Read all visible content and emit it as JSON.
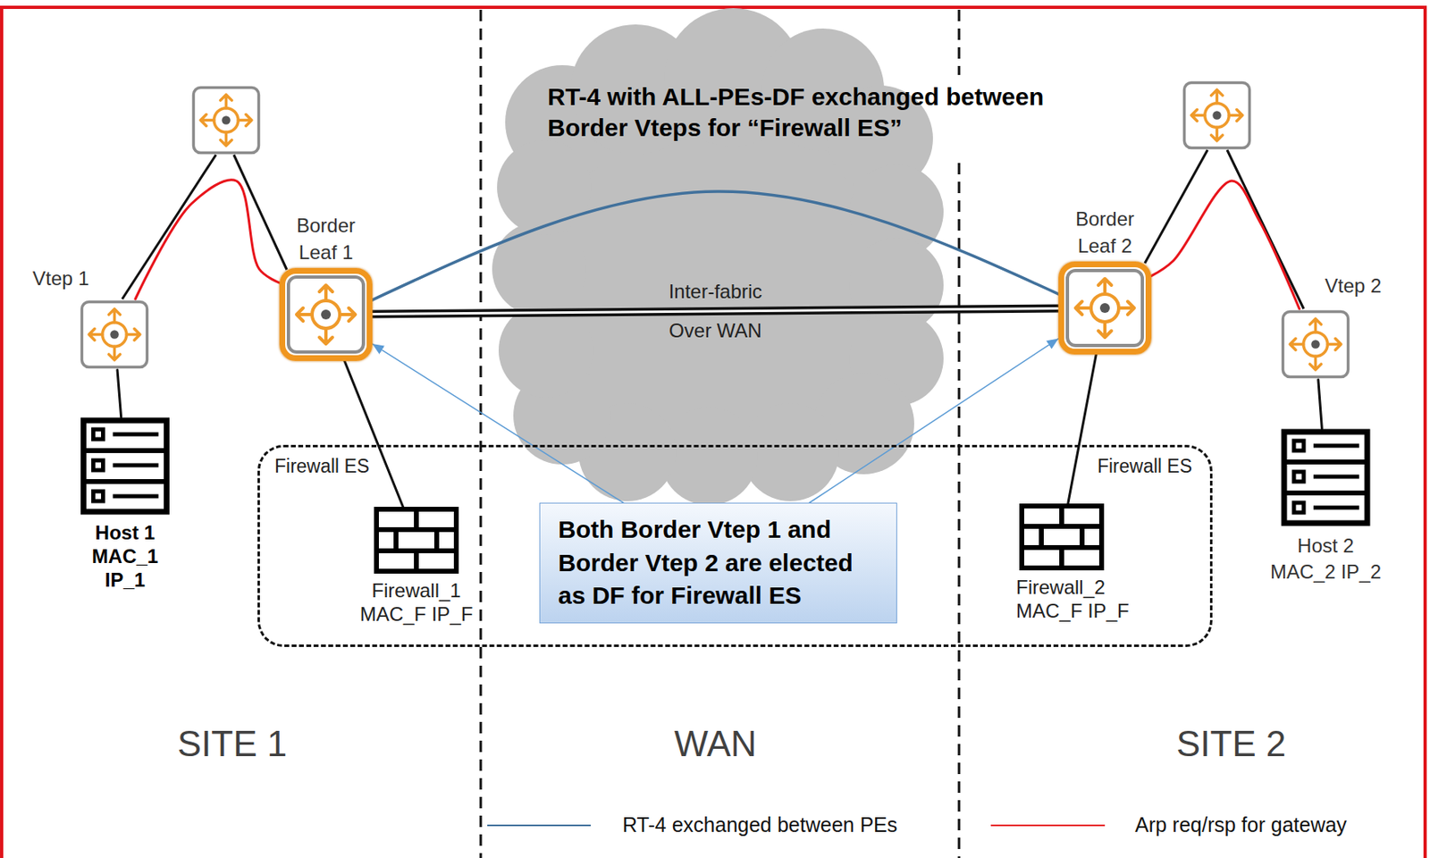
{
  "diagram": {
    "nodes": [
      {
        "text": [
          "Vtep 1"
        ]
      },
      {
        "text": [
          "Border Leaf 1"
        ]
      },
      {
        "text": [
          "Border Leaf 2"
        ]
      },
      {
        "text": [
          "Vtep 2"
        ]
      },
      {
        "text": [
          "Host 1",
          "MAC_1",
          "IP_1"
        ]
      },
      {
        "text": [
          "Firewall ES",
          "Firewall ES"
        ]
      },
      {
        "text": [
          "Firewall_1",
          "MAC_F IP_F"
        ],
        "in": 5
      },
      {
        "text": [
          "Both Border Vtep 1 and Border Vtep 2 are elected as DF for Firewall ES"
        ],
        "in": 5
      },
      {
        "text": [
          "Firewall_2",
          "MAC_F IP_F"
        ],
        "in": 5
      },
      {
        "text": [
          "Host 2",
          "MAC_2 IP_2"
        ]
      }
    ],
    "edges": [
      {
        "from": 0,
        "to": 1,
        "arrow": "none"
      },
      {
        "from": 3,
        "to": 2,
        "arrow": "none"
      },
      {
        "from": 0,
        "to": 4,
        "arrow": "none"
      },
      {
        "from": 1,
        "to": 6,
        "arrow": "none"
      },
      {
        "from": 2,
        "to": 8,
        "arrow": "none"
      },
      {
        "from": 3,
        "to": 9,
        "arrow": "none"
      },
      {
        "from": 1,
        "to": 2,
        "label": "Inter-fabric Over WAN",
        "arrow": "none"
      },
      {
        "from": 1,
        "to": 2,
        "label": "RT-4 with ALL-PEs-DF exchanged between Border Vteps for “Firewall ES”",
        "arrow": "none"
      },
      {
        "from": 7,
        "to": 1,
        "arrow": "to"
      },
      {
        "from": 7,
        "to": 2,
        "arrow": "to"
      }
    ],
    "labels": [
      "SITE 1",
      "WAN",
      "SITE 2"
    ],
    "legend": [
      {
        "text": "RT-4 exchanged between PEs"
      },
      {
        "text": "Arp req/rsp for gateway"
      }
    ]
  }
}
